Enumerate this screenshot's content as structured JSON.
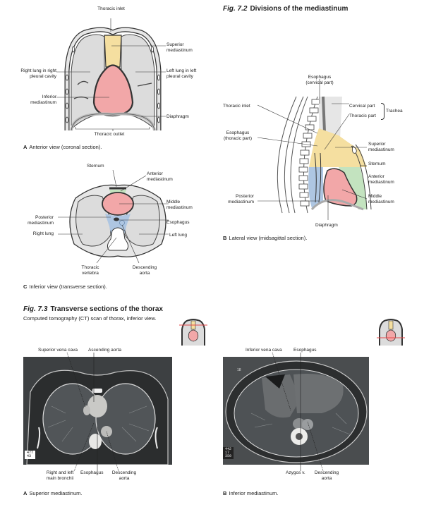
{
  "fig72": {
    "title_num": "Fig. 7.2",
    "title": "Divisions of the mediastinum"
  },
  "panelA": {
    "caption_letter": "A",
    "caption": "Anterior view (coronal section).",
    "labels": {
      "thoracic_inlet": "Thoracic inlet",
      "superior_mediastinum": "Superior mediastinum",
      "right_lung": "Right lung in right pleural cavity",
      "left_lung": "Left lung in left pleural cavity",
      "inferior_mediastinum": "Inferior mediastinum",
      "diaphragm": "Diaphragm",
      "thoracic_outlet": "Thoracic outlet"
    }
  },
  "panelB": {
    "caption_letter": "B",
    "caption": "Lateral view (midsagittal section).",
    "labels": {
      "esophagus_cervical": "Esophagus (cervical part)",
      "thoracic_inlet": "Thoracic inlet",
      "cervical_part": "Cervical part",
      "thoracic_part": "Thoracic part",
      "trachea": "Trachea",
      "esophagus_thoracic": "Esophagus (thoracic part)",
      "superior_mediastinum": "Superior mediastinum",
      "sternum": "Sternum",
      "anterior_mediastinum": "Anterior mediastinum",
      "posterior_mediastinum": "Posterior mediastinum",
      "middle_mediastinum": "Middle mediastinum",
      "diaphragm": "Diaphragm"
    }
  },
  "panelC": {
    "caption_letter": "C",
    "caption": "Inferior view (transverse section).",
    "labels": {
      "sternum": "Sternum",
      "anterior_mediastinum": "Anterior mediastinum",
      "middle_mediastinum": "Middle mediastinum",
      "posterior_mediastinum": "Posterior mediastinum",
      "esophagus": "Esophagus",
      "right_lung": "Right lung",
      "left_lung": "Left lung",
      "thoracic_vertebra": "Thoracic vertebra",
      "descending_aorta": "Descending aorta"
    }
  },
  "fig73": {
    "title_num": "Fig. 7.3",
    "title": "Transverse sections of the thorax",
    "subtitle": "Computed tomography (CT) scan of thorax, inferior view."
  },
  "ctA": {
    "caption_letter": "A",
    "caption": "Superior mediastinum.",
    "labels": {
      "svc": "Superior vena cava",
      "ascending_aorta": "Ascending aorta",
      "bronchi": "Right and left main bronchii",
      "esophagus": "Esophagus",
      "descending_aorta": "Descending aorta"
    },
    "readout": [
      "477",
      "43"
    ]
  },
  "ctB": {
    "caption_letter": "B",
    "caption": "Inferior mediastinum.",
    "labels": {
      "ivc": "Inferior vena cava",
      "esophagus": "Esophagus",
      "azygos": "Azygos v.",
      "descending_aorta": "Descending aorta"
    },
    "readout": [
      "442",
      "17",
      "350"
    ],
    "slice": "18"
  },
  "colors": {
    "superior": "#f5dfa0",
    "middle": "#f2a7a8",
    "anterior": "#c3e3bf",
    "posterior": "#aec6e2",
    "lung": "#dcdcdc",
    "locator_line": "#e5484a"
  }
}
